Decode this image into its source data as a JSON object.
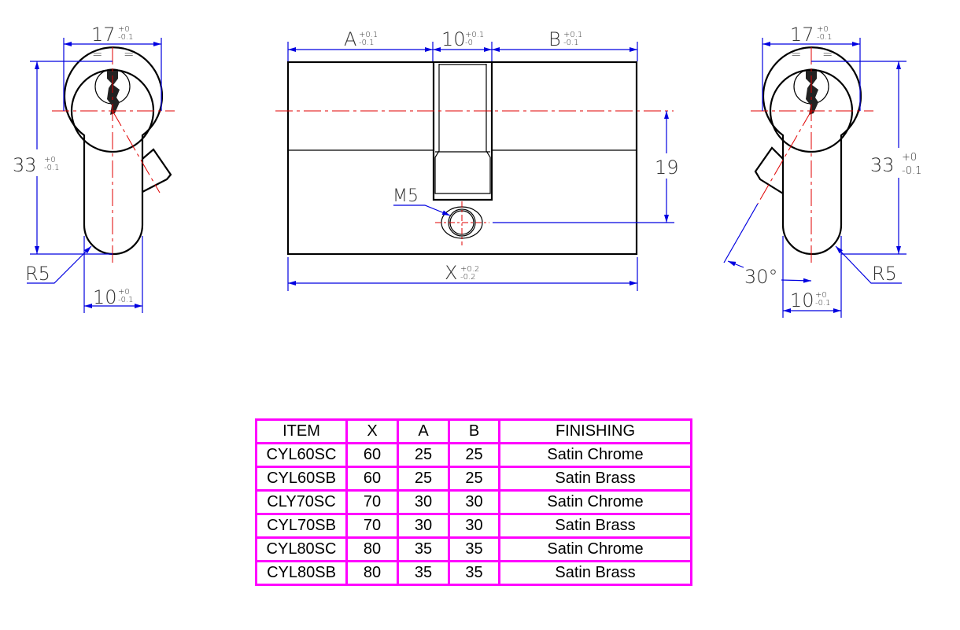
{
  "left_view": {
    "width_dim": {
      "value": "17",
      "tol_plus": "+0",
      "tol_minus": "-0.1"
    },
    "height_dim": {
      "value": "33",
      "tol_plus": "+0",
      "tol_minus": "-0.1"
    },
    "neck_dim": {
      "value": "10",
      "tol_plus": "+0",
      "tol_minus": "-0.1"
    },
    "radius_label": "R5",
    "equal_mark": "="
  },
  "front_view": {
    "a_dim": {
      "value": "A",
      "tol_plus": "+0.1",
      "tol_minus": "-0.1"
    },
    "cam_dim": {
      "value": "10",
      "tol_plus": "+0.1",
      "tol_minus": "-0"
    },
    "b_dim": {
      "value": "B",
      "tol_plus": "+0.1",
      "tol_minus": "-0.1"
    },
    "x_dim": {
      "value": "X",
      "tol_plus": "+0.2",
      "tol_minus": "-0.2"
    },
    "screw_dim": "19",
    "screw_label": "M5"
  },
  "right_view": {
    "width_dim": {
      "value": "17",
      "tol_plus": "+0",
      "tol_minus": "-0.1"
    },
    "height_dim": {
      "value": "33",
      "tol_plus": "+0",
      "tol_minus": "-0.1"
    },
    "neck_dim": {
      "value": "10",
      "tol_plus": "+0",
      "tol_minus": "-0.1"
    },
    "radius_label": "R5",
    "angle_label": "30°",
    "equal_mark": "="
  },
  "table": {
    "border_color": "#ff00ff",
    "headers": [
      "ITEM",
      "X",
      "A",
      "B",
      "FINISHING"
    ],
    "rows": [
      [
        "CYL60SC",
        "60",
        "25",
        "25",
        "Satin Chrome"
      ],
      [
        "CYL60SB",
        "60",
        "25",
        "25",
        "Satin Brass"
      ],
      [
        "CLY70SC",
        "70",
        "30",
        "30",
        "Satin Chrome"
      ],
      [
        "CYL70SB",
        "70",
        "30",
        "30",
        "Satin Brass"
      ],
      [
        "CYL80SC",
        "80",
        "35",
        "35",
        "Satin Chrome"
      ],
      [
        "CYL80SB",
        "80",
        "35",
        "35",
        "Satin Brass"
      ]
    ]
  }
}
